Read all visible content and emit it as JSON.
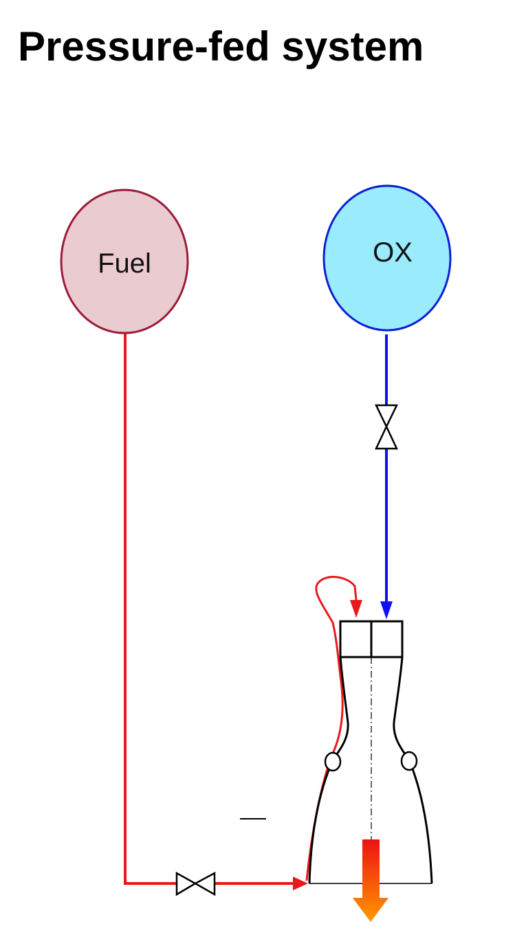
{
  "title": "Pressure-fed system",
  "tanks": {
    "fuel": {
      "label": "Fuel",
      "fill": "#eacbcf",
      "stroke": "#9b1b3a"
    },
    "oxidizer": {
      "label": "OX",
      "fill": "#9aebfc",
      "stroke": "#0a1fd6"
    }
  },
  "lines": {
    "fuel_color": "#e8191a",
    "ox_color": "#1010ee"
  },
  "exhaust": {
    "top_color": "#ee1111",
    "bottom_color": "#ff9900"
  }
}
